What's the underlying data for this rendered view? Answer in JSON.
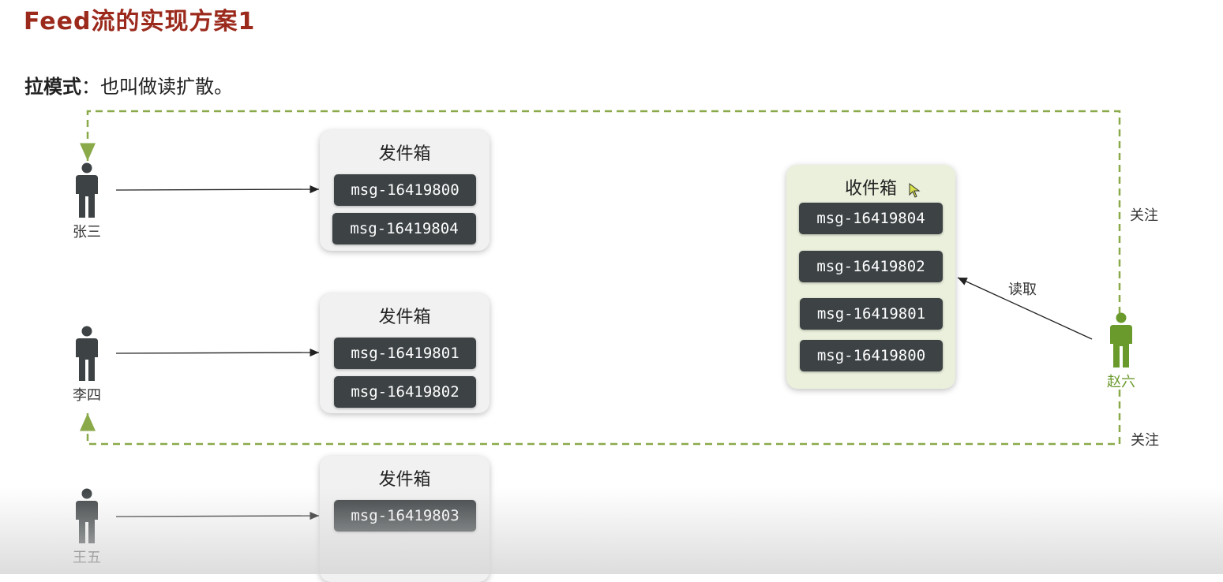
{
  "title": "Feed流的实现方案1",
  "subtitle": {
    "bold": "拉模式",
    "rest": "：也叫做读扩散。"
  },
  "people": {
    "zhangsan": "张三",
    "lisi": "李四",
    "wangwu": "王五",
    "zhaoliu": "赵六"
  },
  "outboxes": [
    {
      "title": "发件箱",
      "messages": [
        "msg-16419800",
        "msg-16419804"
      ]
    },
    {
      "title": "发件箱",
      "messages": [
        "msg-16419801",
        "msg-16419802"
      ]
    },
    {
      "title": "发件箱",
      "messages": [
        "msg-16419803"
      ]
    }
  ],
  "inbox": {
    "title": "收件箱",
    "messages": [
      "msg-16419804",
      "msg-16419802",
      "msg-16419801",
      "msg-16419800"
    ]
  },
  "labels": {
    "follow_top": "关注",
    "follow_bottom": "关注",
    "read": "读取"
  },
  "colors": {
    "title": "#9b2a1c",
    "person": "#3d4244",
    "follower": "#6a9a2c",
    "dashed": "#8aaa4a",
    "inbox_bg": "#eaf0dc"
  }
}
